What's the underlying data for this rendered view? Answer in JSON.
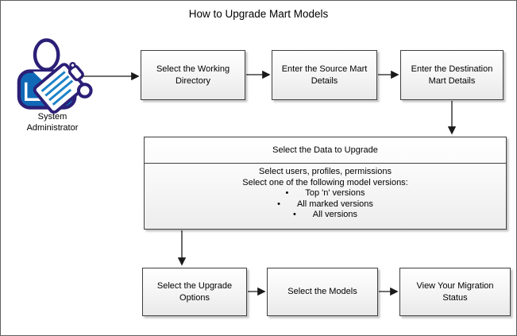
{
  "title": "How to Upgrade Mart Models",
  "actor": {
    "label": "System Administrator",
    "icon": "system-administrator-clipboard-icon"
  },
  "flow": {
    "step1": "Select the Working Directory",
    "step2": "Enter the Source Mart Details",
    "step3": "Enter the Destination Mart Details",
    "step5": "Select the Upgrade Options",
    "step6": "Select the Models",
    "step7": "View Your Migration Status"
  },
  "data_to_upgrade": {
    "header": "Select the Data to Upgrade",
    "line1": "Select users, profiles, permissions",
    "line2": "Select one of the following model versions:",
    "bullet_glyph": "•",
    "bullets": [
      "Top 'n' versions",
      "All marked versions",
      "All versions"
    ]
  },
  "colors": {
    "box_border": "#3f3f3f",
    "arrow": "#1a1a1a",
    "icon_outline": "#2b1f77",
    "icon_fill_blue": "#1069b6",
    "icon_stripe_blue": "#1c82c8"
  }
}
